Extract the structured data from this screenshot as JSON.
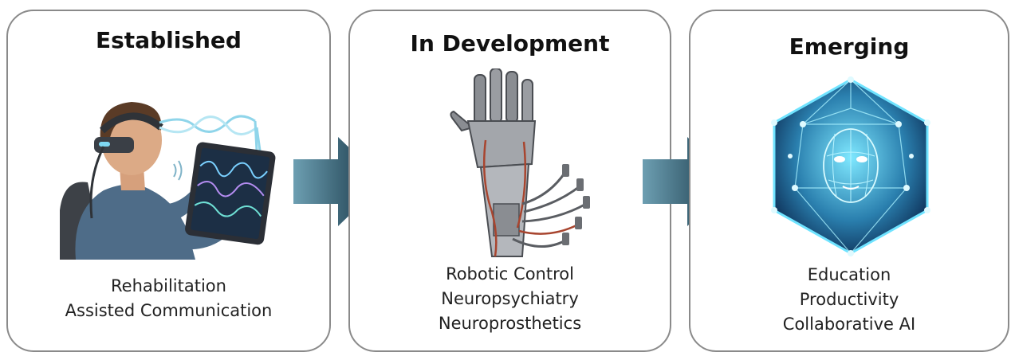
{
  "stages": [
    {
      "title": "Established",
      "illustration": "person-eeg-headset-tablet-illustration",
      "items": [
        "Rehabilitation",
        "Assisted Communication"
      ]
    },
    {
      "title": "In Development",
      "illustration": "robotic-hand-with-cables-illustration",
      "items": [
        "Robotic Control",
        "Neuropsychiatry",
        "Neuroprosthetics"
      ]
    },
    {
      "title": "Emerging",
      "illustration": "digital-ai-head-hexagon-illustration",
      "items": [
        "Education",
        "Productivity",
        "Collaborative AI"
      ]
    }
  ],
  "connectors": [
    "arrow-icon",
    "arrow-icon"
  ],
  "colors": {
    "arrow_light": "#6d9fb2",
    "arrow_dark": "#0f2d3d",
    "panel_border": "#8a8a8a",
    "glow": "#4fd6f0"
  }
}
